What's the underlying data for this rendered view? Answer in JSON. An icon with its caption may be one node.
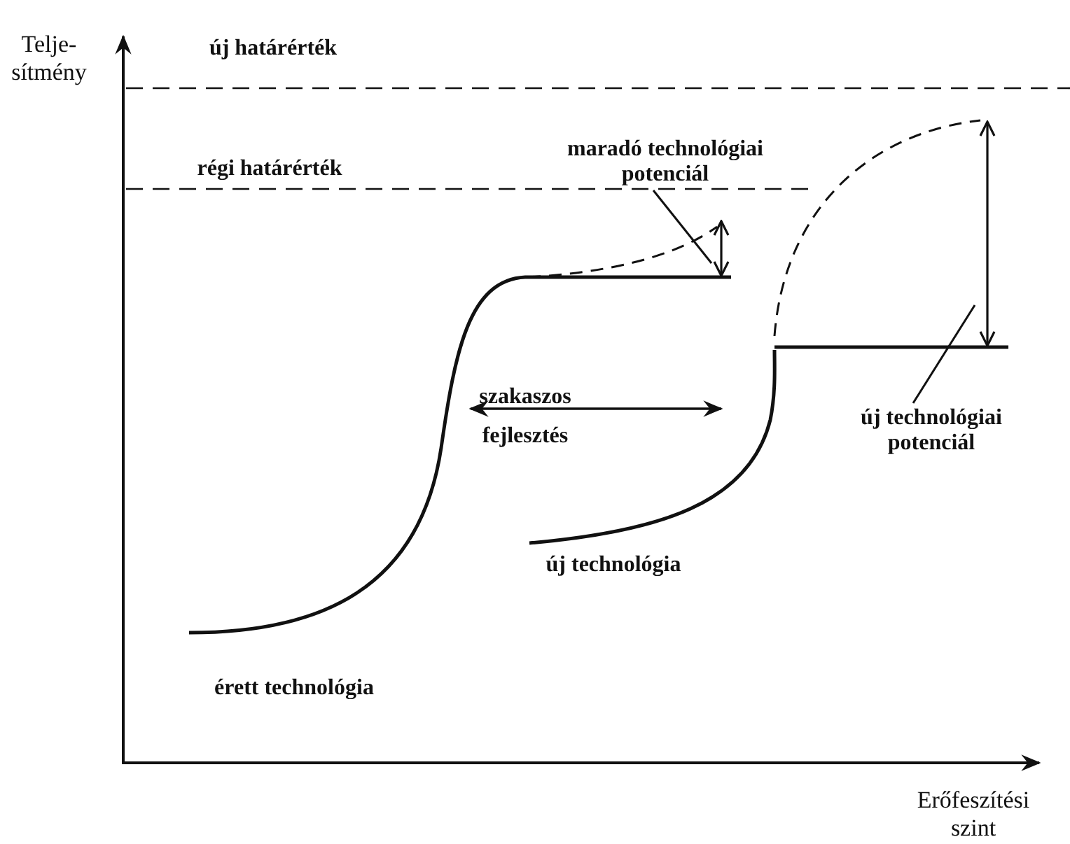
{
  "diagram": {
    "nodes": [
      {
        "text": [
          "maradó technológiai potenciál"
        ]
      },
      {
        "text": [
          "új technológiai potenciál"
        ]
      }
    ],
    "edges": [
      {
        "from": 0,
        "to": null,
        "arrow": "none"
      },
      {
        "from": 1,
        "to": null,
        "arrow": "none"
      }
    ],
    "labels": [
      "Telje- sítmény",
      "új határérték",
      "régi határérték",
      "szakaszos fejlesztés",
      "új technológia",
      "érett technológia",
      "Erőfeszítési szint"
    ]
  }
}
